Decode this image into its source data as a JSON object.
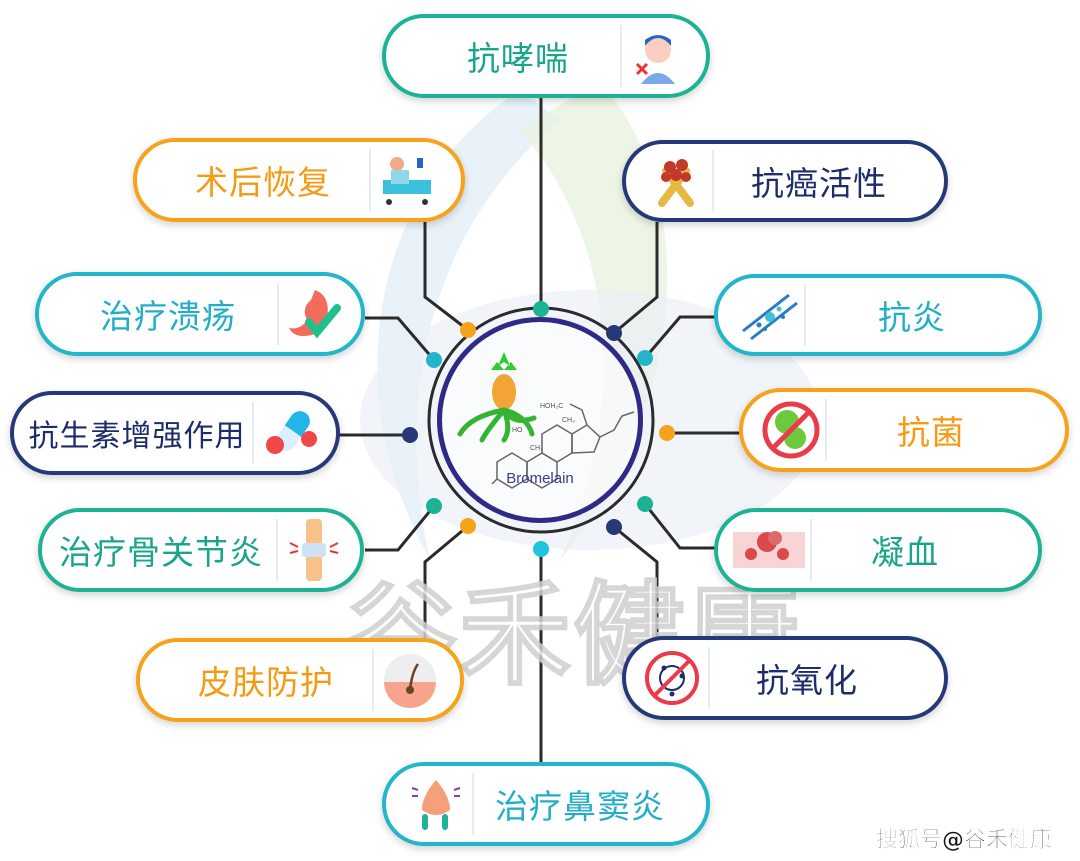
{
  "title_center": {
    "label": "Bromelain",
    "icon": "pineapple-molecule-icon"
  },
  "watermark": "谷禾健康",
  "credit": "搜狐号@谷禾健康",
  "colors": {
    "teal": "#1cb394",
    "cyan": "#22b6c8",
    "orange": "#f7a21b",
    "navy": "#263877",
    "ring": "#2e2a86",
    "line": "#2b2b2b"
  },
  "nodes": [
    {
      "id": "asthma",
      "label": "抗哮喘",
      "color": "teal",
      "icon": "coughing-person-icon"
    },
    {
      "id": "postop",
      "label": "术后恢复",
      "color": "orange",
      "icon": "hospital-bed-icon"
    },
    {
      "id": "anticancer",
      "label": "抗癌活性",
      "color": "navy",
      "icon": "cancer-ribbon-icon"
    },
    {
      "id": "ulcer",
      "label": "治疗溃疡",
      "color": "cyan",
      "icon": "stomach-check-icon"
    },
    {
      "id": "antiinflam",
      "label": "抗炎",
      "color": "cyan",
      "icon": "blood-vessel-icon"
    },
    {
      "id": "antibiotic",
      "label": "抗生素增强作用",
      "color": "navy",
      "icon": "pill-bacteria-icon"
    },
    {
      "id": "antibacterial",
      "label": "抗菌",
      "color": "orange",
      "icon": "no-bacteria-icon"
    },
    {
      "id": "arthritis",
      "label": "治疗骨关节炎",
      "color": "teal",
      "icon": "knee-joint-icon"
    },
    {
      "id": "coagulation",
      "label": "凝血",
      "color": "teal",
      "icon": "blood-clot-icon"
    },
    {
      "id": "skin",
      "label": "皮肤防护",
      "color": "orange",
      "icon": "skin-hair-follicle-icon"
    },
    {
      "id": "antioxidant",
      "label": "抗氧化",
      "color": "navy",
      "icon": "no-free-radical-icon"
    },
    {
      "id": "sinusitis",
      "label": "治疗鼻窦炎",
      "color": "cyan",
      "icon": "runny-nose-icon"
    }
  ]
}
